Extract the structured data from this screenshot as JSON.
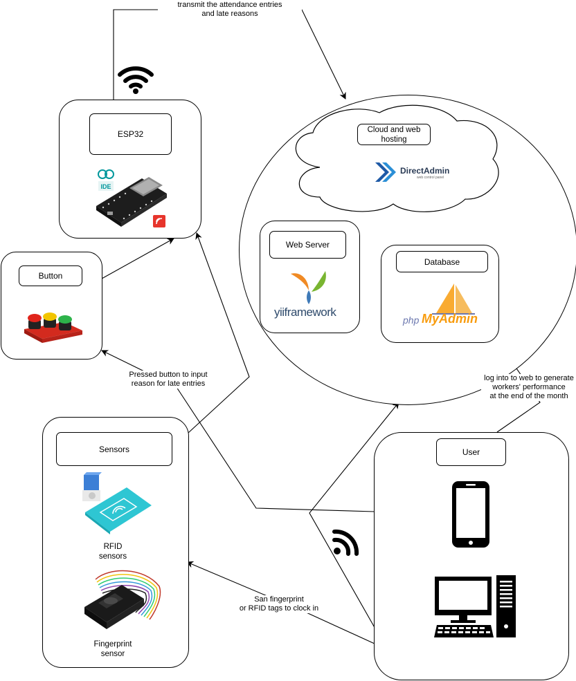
{
  "nodes": {
    "esp32": {
      "title": "ESP32"
    },
    "button": {
      "title": "Button"
    },
    "sensors": {
      "title": "Sensors",
      "rfid_caption": "RFID\nsensors",
      "fingerprint_caption": "Fingerprint\nsensor"
    },
    "cloud": {
      "title": "Cloud and web\nhosting",
      "logo_text": "DirectAdmin",
      "logo_subtext": "web control panel"
    },
    "webserver": {
      "title": "Web Server",
      "logo_text": "yiiframework"
    },
    "database": {
      "title": "Database",
      "logo_text_a": "php",
      "logo_text_b": "MyAdmin"
    },
    "user": {
      "title": "User"
    }
  },
  "edges": {
    "transmit": "transmit the attendance entries\nand late reasons",
    "pressed": "Pressed button to input\nreason for late entries",
    "login": "log into to web to generate\nworkers' performance\nat the end of the month",
    "scan": "San fingerprint\nor RFID tags to clock in"
  },
  "icons": [
    "wifi-icon",
    "wifi-signal-icon",
    "smartphone-icon",
    "desktop-computer-icon",
    "esp32-board-image",
    "button-module-image",
    "rfid-sensor-image",
    "fingerprint-sensor-image",
    "arduino-ide-logo",
    "espressif-logo"
  ],
  "colors": {
    "line": "#000000",
    "directadmin_blue": "#1f5aa6",
    "yii_orange": "#f08a24",
    "yii_green": "#79b531",
    "yii_blue": "#3f7ab8",
    "pma_orange": "#f89c0e",
    "pma_blue": "#6c78af"
  }
}
